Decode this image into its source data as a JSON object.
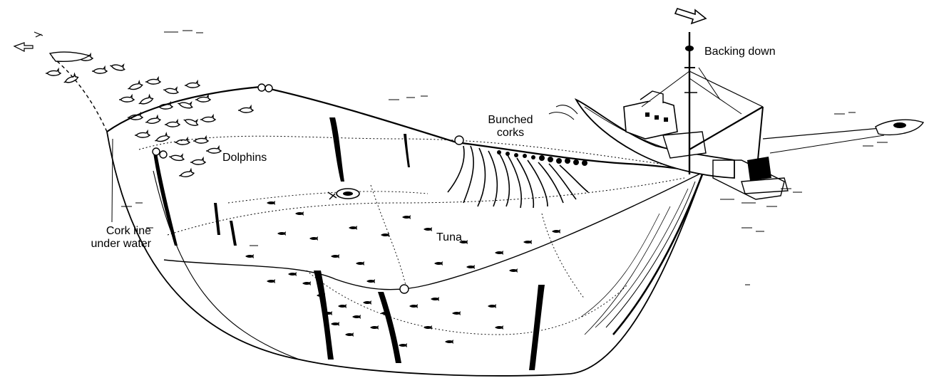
{
  "labels": {
    "backing_down": "Backing down",
    "bunched_corks": [
      "Bunched",
      "corks"
    ],
    "dolphins": "Dolphins",
    "tuna": "Tuna",
    "cork_line": [
      "Cork line",
      "under water"
    ]
  },
  "colors": {
    "ink": "#000000",
    "paper": "#ffffff"
  }
}
